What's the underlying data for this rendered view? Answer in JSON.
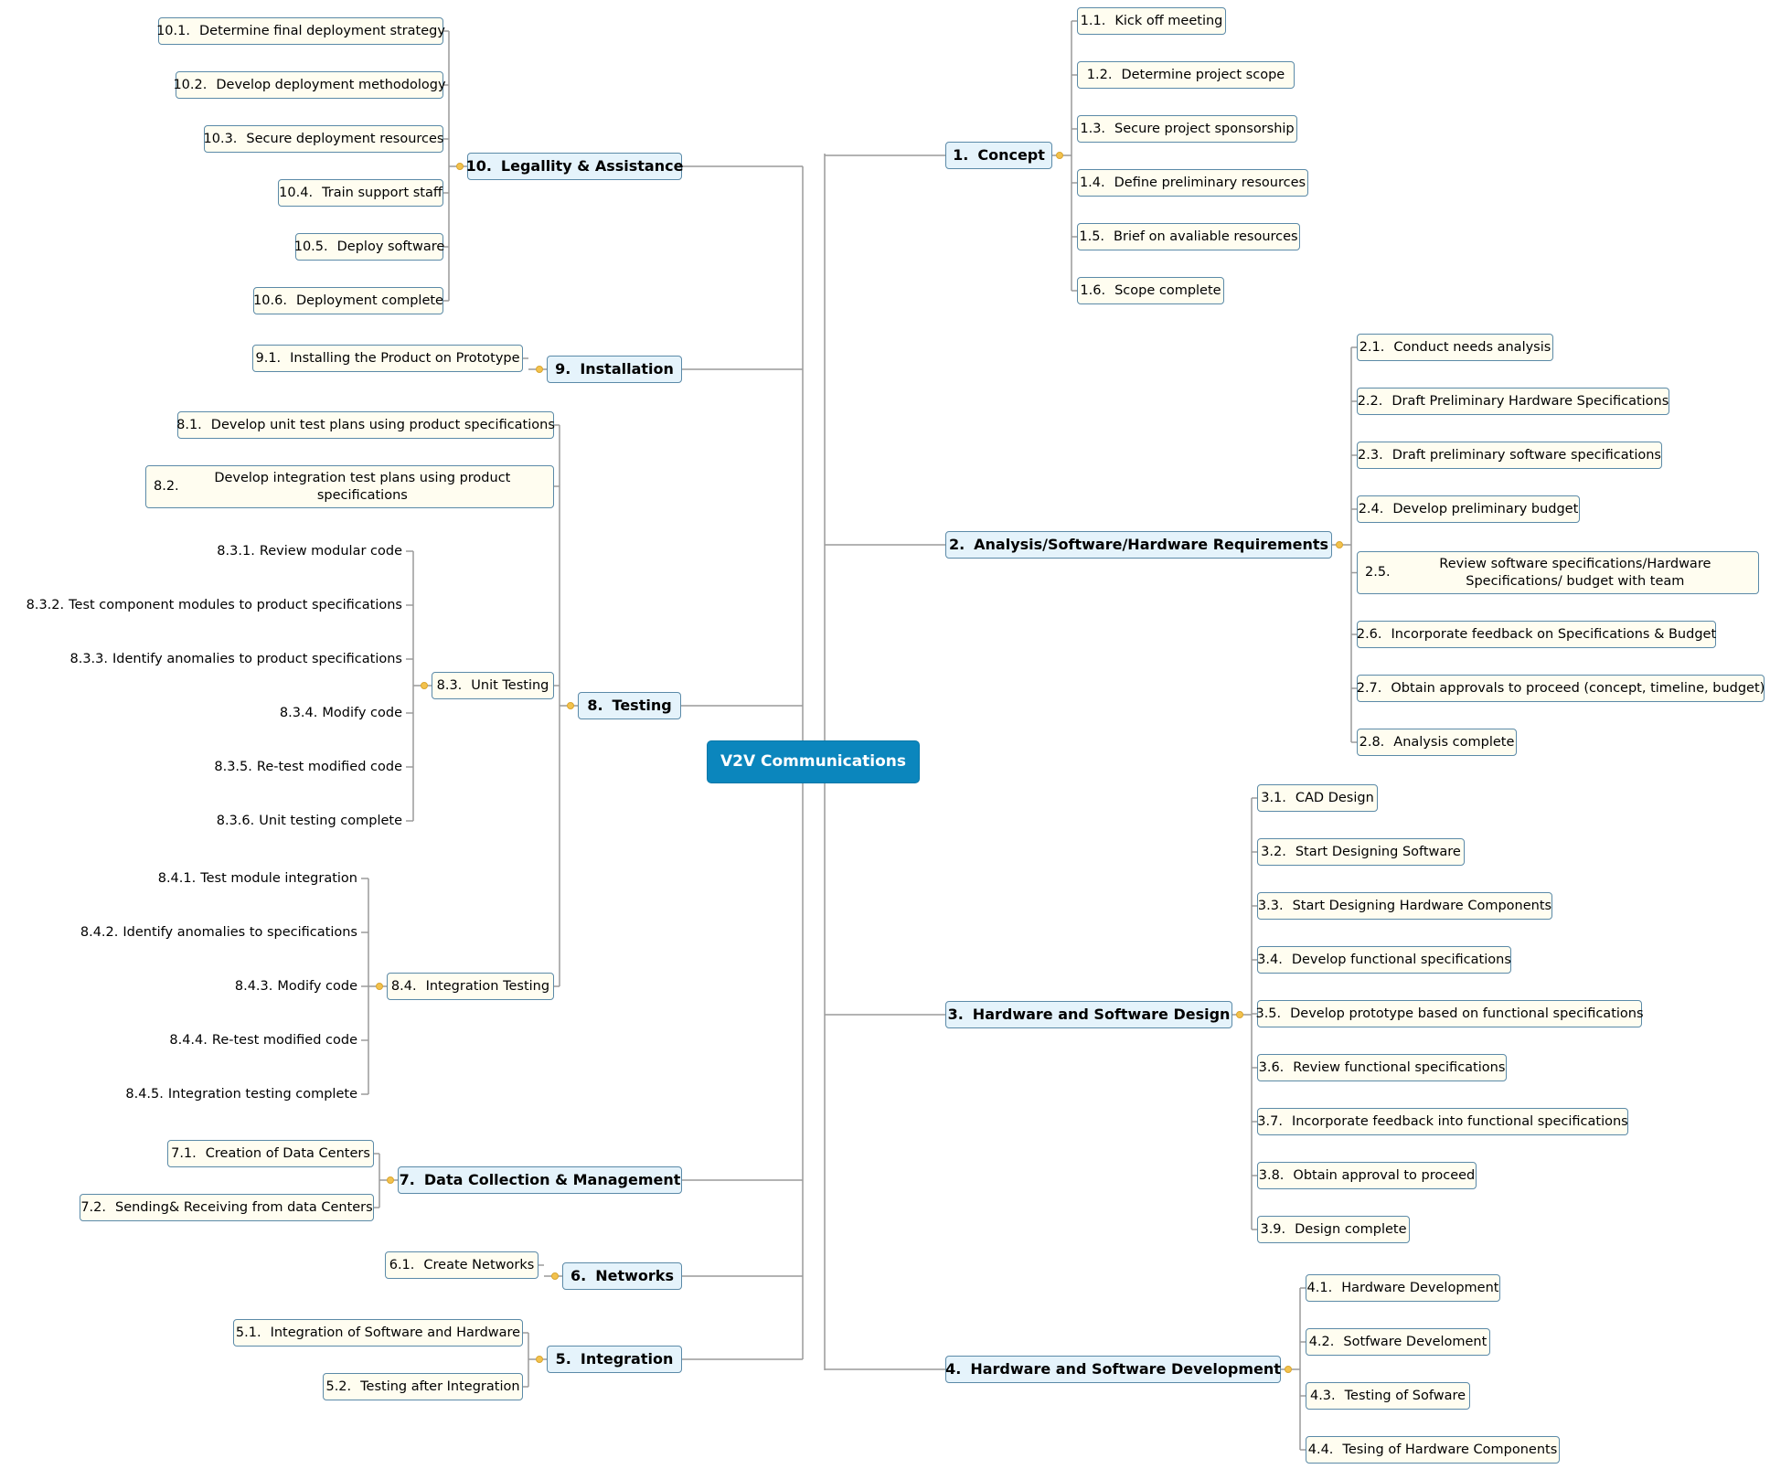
{
  "root": {
    "label": "V2V Communications"
  },
  "branches": {
    "b1": {
      "num": "1.",
      "label": "Concept",
      "items": [
        {
          "num": "1.1.",
          "label": "Kick off meeting"
        },
        {
          "num": "1.2.",
          "label": "Determine project scope"
        },
        {
          "num": "1.3.",
          "label": "Secure project sponsorship"
        },
        {
          "num": "1.4.",
          "label": "Define preliminary resources"
        },
        {
          "num": "1.5.",
          "label": "Brief on avaliable resources"
        },
        {
          "num": "1.6.",
          "label": "Scope complete"
        }
      ]
    },
    "b2": {
      "num": "2.",
      "label": "Analysis/Software/Hardware Requirements",
      "items": [
        {
          "num": "2.1.",
          "label": "Conduct needs analysis"
        },
        {
          "num": "2.2.",
          "label": "Draft Preliminary Hardware Specifications"
        },
        {
          "num": "2.3.",
          "label": "Draft preliminary software specifications"
        },
        {
          "num": "2.4.",
          "label": "Develop preliminary budget"
        },
        {
          "num": "2.5.",
          "label": "Review software specifications/Hardware Specifications/ budget with team"
        },
        {
          "num": "2.6.",
          "label": "Incorporate feedback on Specifications & Budget"
        },
        {
          "num": "2.7.",
          "label": "Obtain approvals to proceed (concept, timeline, budget)"
        },
        {
          "num": "2.8.",
          "label": "Analysis complete"
        }
      ]
    },
    "b3": {
      "num": "3.",
      "label": "Hardware and Software Design",
      "items": [
        {
          "num": "3.1.",
          "label": "CAD Design"
        },
        {
          "num": "3.2.",
          "label": "Start Designing Software"
        },
        {
          "num": "3.3.",
          "label": "Start Designing Hardware Components"
        },
        {
          "num": "3.4.",
          "label": "Develop functional specifications"
        },
        {
          "num": "3.5.",
          "label": "Develop prototype based on functional specifications"
        },
        {
          "num": "3.6.",
          "label": "Review functional specifications"
        },
        {
          "num": "3.7.",
          "label": "Incorporate feedback into functional specifications"
        },
        {
          "num": "3.8.",
          "label": "Obtain approval to proceed"
        },
        {
          "num": "3.9.",
          "label": "Design complete"
        }
      ]
    },
    "b4": {
      "num": "4.",
      "label": "Hardware and Software Development",
      "items": [
        {
          "num": "4.1.",
          "label": "Hardware Development"
        },
        {
          "num": "4.2.",
          "label": "Sotfware Develoment"
        },
        {
          "num": "4.3.",
          "label": "Testing of Sofware"
        },
        {
          "num": "4.4.",
          "label": "Tesing of Hardware Components"
        }
      ]
    },
    "b5": {
      "num": "5.",
      "label": "Integration",
      "items": [
        {
          "num": "5.1.",
          "label": "Integration of Software and Hardware"
        },
        {
          "num": "5.2.",
          "label": "Testing after Integration"
        }
      ]
    },
    "b6": {
      "num": "6.",
      "label": "Networks",
      "items": [
        {
          "num": "6.1.",
          "label": "Create Networks"
        }
      ]
    },
    "b7": {
      "num": "7.",
      "label": "Data Collection & Management",
      "items": [
        {
          "num": "7.1.",
          "label": "Creation of Data Centers"
        },
        {
          "num": "7.2.",
          "label": "Sending& Receiving from data Centers"
        }
      ]
    },
    "b8": {
      "num": "8.",
      "label": "Testing",
      "items": [
        {
          "num": "8.1.",
          "label": "Develop unit test plans using product specifications"
        },
        {
          "num": "8.2.",
          "label": "Develop integration test plans using product specifications"
        },
        {
          "num": "8.3.",
          "label": "Unit Testing",
          "children": [
            {
              "num": "8.3.1.",
              "label": "Review modular code"
            },
            {
              "num": "8.3.2.",
              "label": "Test component modules to product specifications"
            },
            {
              "num": "8.3.3.",
              "label": "Identify anomalies to product specifications"
            },
            {
              "num": "8.3.4.",
              "label": "Modify code"
            },
            {
              "num": "8.3.5.",
              "label": "Re-test modified code"
            },
            {
              "num": "8.3.6.",
              "label": "Unit testing complete"
            }
          ]
        },
        {
          "num": "8.4.",
          "label": "Integration Testing",
          "children": [
            {
              "num": "8.4.1.",
              "label": "Test module integration"
            },
            {
              "num": "8.4.2.",
              "label": "Identify anomalies to specifications"
            },
            {
              "num": "8.4.3.",
              "label": "Modify code"
            },
            {
              "num": "8.4.4.",
              "label": "Re-test modified code"
            },
            {
              "num": "8.4.5.",
              "label": "Integration testing complete"
            }
          ]
        }
      ]
    },
    "b9": {
      "num": "9.",
      "label": "Installation",
      "items": [
        {
          "num": "9.1.",
          "label": "Installing the Product on Prototype"
        }
      ]
    },
    "b10": {
      "num": "10.",
      "label": "Legallity & Assistance",
      "items": [
        {
          "num": "10.1.",
          "label": "Determine final deployment strategy"
        },
        {
          "num": "10.2.",
          "label": "Develop deployment methodology"
        },
        {
          "num": "10.3.",
          "label": "Secure deployment resources"
        },
        {
          "num": "10.4.",
          "label": "Train support staff"
        },
        {
          "num": "10.5.",
          "label": "Deploy software"
        },
        {
          "num": "10.6.",
          "label": "Deployment complete"
        }
      ]
    }
  }
}
